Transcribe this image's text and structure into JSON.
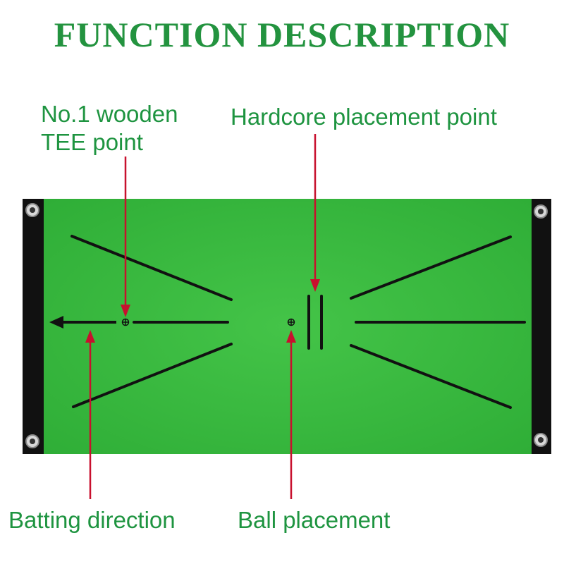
{
  "title": "FUNCTION DESCRIPTION",
  "labels": {
    "tee_line1": "No.1 wooden",
    "tee_line2": "TEE point",
    "hardcore": "Hardcore placement point",
    "batting": "Batting direction",
    "ball": "Ball placement"
  },
  "colors": {
    "title": "#23933f",
    "label": "#1e9440",
    "arrow": "#c8102e",
    "mat_green": "#3cbc40",
    "mat_line": "#111111",
    "binding": "#111111"
  },
  "icons": [
    "grommet-icon",
    "tee-marker-icon",
    "ball-marker-icon",
    "direction-arrow-icon"
  ]
}
